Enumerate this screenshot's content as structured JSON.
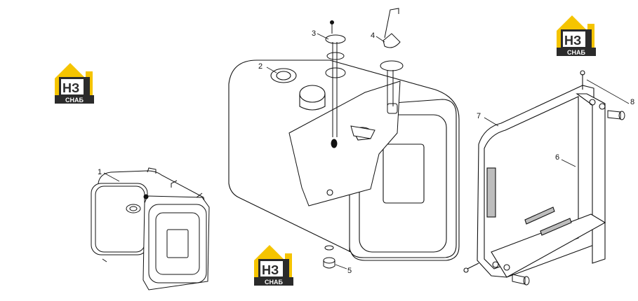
{
  "logo": {
    "mark": "НЗ",
    "sub": "СНАБ",
    "colors": {
      "roof": "#f5c400",
      "panel": "#2b2b2b",
      "text": "#ffffff"
    }
  },
  "callouts": [
    "1",
    "2",
    "3",
    "4",
    "5",
    "6",
    "7",
    "8"
  ],
  "colors": {
    "line": "#111111",
    "shade": "#bdbdbd",
    "paper": "#ffffff"
  }
}
